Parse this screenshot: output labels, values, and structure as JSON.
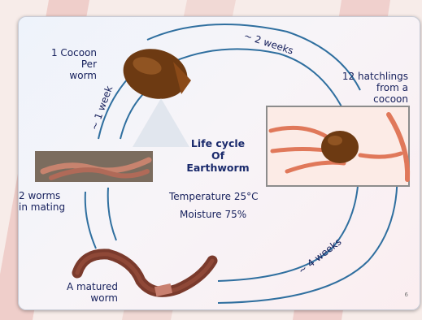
{
  "title": {
    "line1": "Life cycle",
    "line2": "Of",
    "line3": "Earthworm"
  },
  "conditions": {
    "temperature": "Temperature 25°C",
    "moisture": "Moisture 75%"
  },
  "stages": {
    "cocoon": {
      "line1": "1 Cocoon",
      "line2": "Per",
      "line3": "worm"
    },
    "hatchlings": {
      "line1": "12 hatchlings",
      "line2": "from  a",
      "line3": "cocoon"
    },
    "mating": {
      "line1": "2 worms",
      "line2": "in mating"
    },
    "matured": {
      "line1": "A matured",
      "line2": "worm"
    }
  },
  "durations": {
    "top": "~ 2 weeks",
    "left": "~ 1 week",
    "bottom_right": "~ 4 weeks"
  },
  "page_number": "6",
  "colors": {
    "arrow": "#2f6f9f",
    "text": "#16205c",
    "background_stripe": "#d9736a"
  }
}
